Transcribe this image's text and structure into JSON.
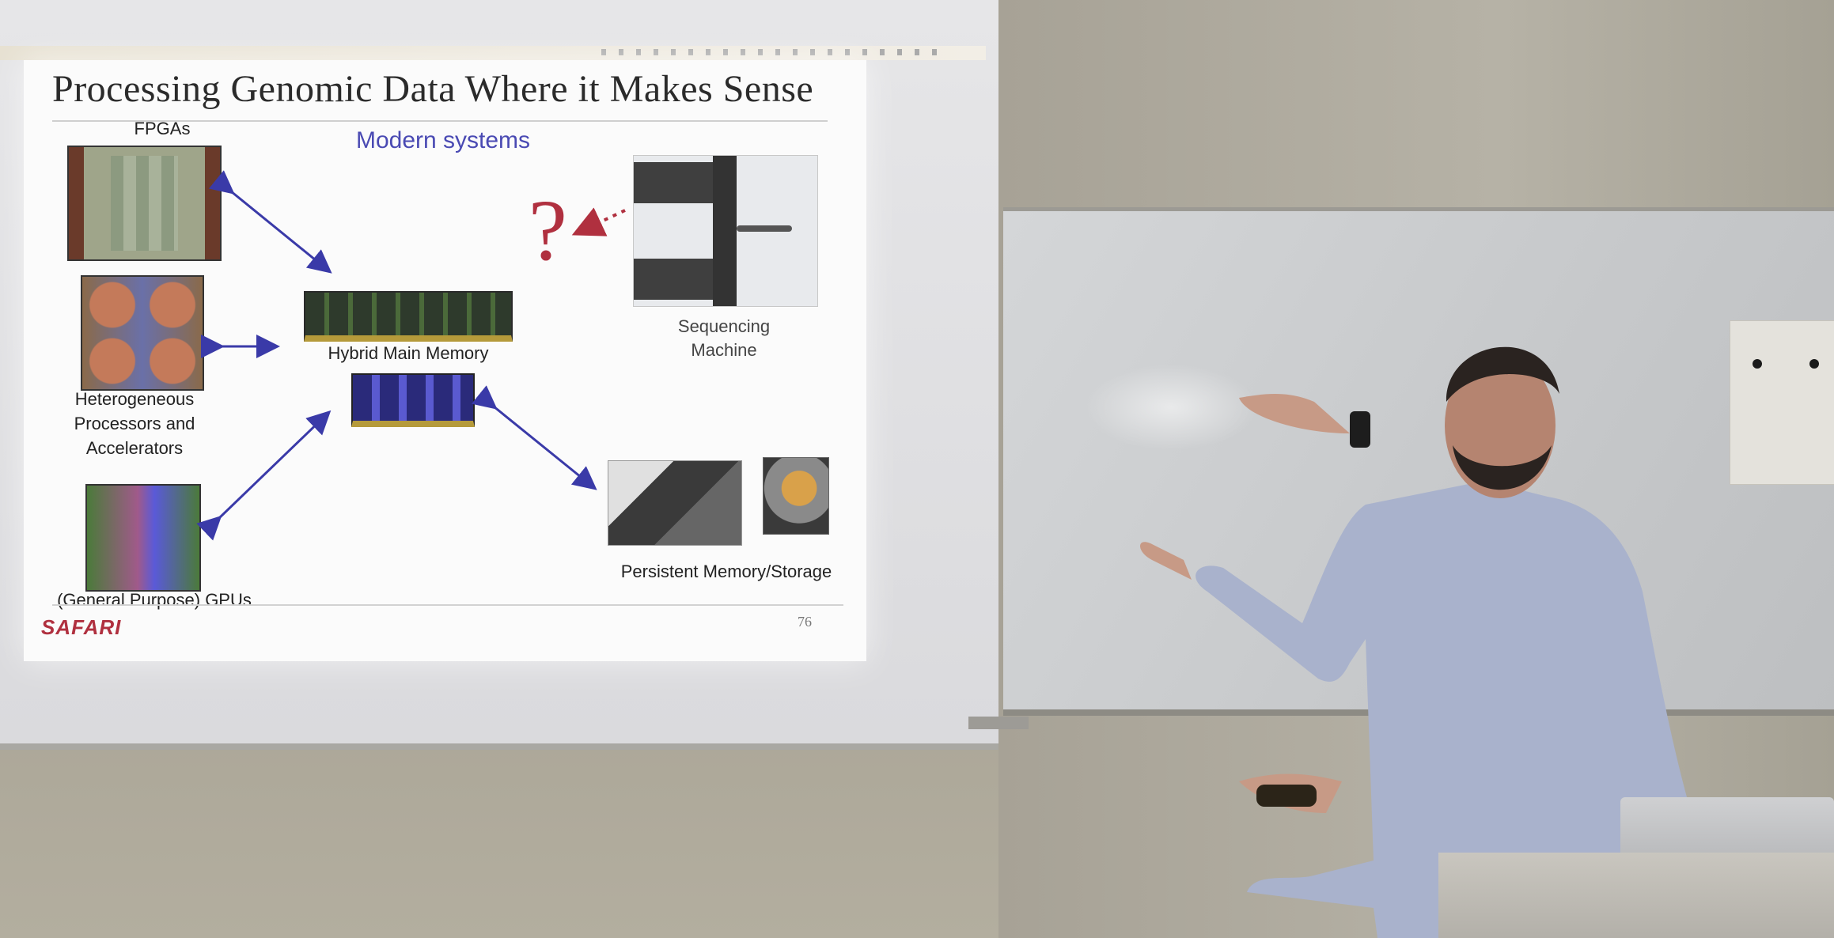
{
  "slide": {
    "title": "Processing Genomic Data Where it Makes Sense",
    "subtitle": "Modern systems",
    "question_mark": "?",
    "labels": {
      "fpgas": "FPGAs",
      "hetero_line1": "Heterogeneous",
      "hetero_line2": "Processors and",
      "hetero_line3": "Accelerators",
      "gpus": "(General Purpose) GPUs",
      "memory": "Hybrid Main Memory",
      "seq_line1": "Sequencing",
      "seq_line2": "Machine",
      "storage": "Persistent Memory/Storage"
    },
    "logo": "SAFARI",
    "page_number": "76"
  },
  "colors": {
    "arrow": "#3a3aa8",
    "accent_red": "#b0303f",
    "subtitle_blue": "#4a4ab3"
  },
  "icons": [
    "fpga-chip-icon",
    "processor-die-icon",
    "gpu-die-icon",
    "ram-module-icon",
    "sequencer-icon",
    "ssd-icon",
    "hard-disk-icon"
  ]
}
